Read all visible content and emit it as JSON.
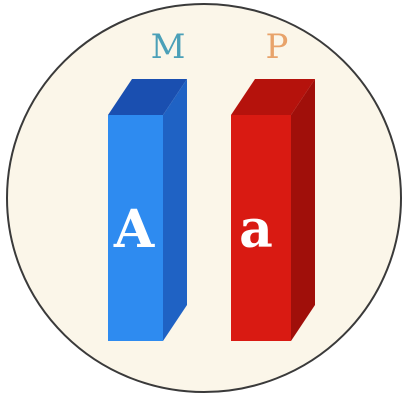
{
  "diagram": {
    "background_color": "#FBF6E9",
    "circle_outline_color": "#3A3A3A",
    "left_column": {
      "header": "M",
      "header_color": "#4BA0B8",
      "allele": "A",
      "allele_color": "#FFFFFF",
      "bar_color": "#2E8BF0",
      "bar_dark_color": "#1F62C4",
      "bar_top_color": "#1A4FB0"
    },
    "right_column": {
      "header": "P",
      "header_color": "#E8A36A",
      "allele": "a",
      "allele_color": "#FFFFFF",
      "bar_color": "#D91A12",
      "bar_dark_color": "#A00F0A",
      "bar_top_color": "#B5120C"
    }
  }
}
